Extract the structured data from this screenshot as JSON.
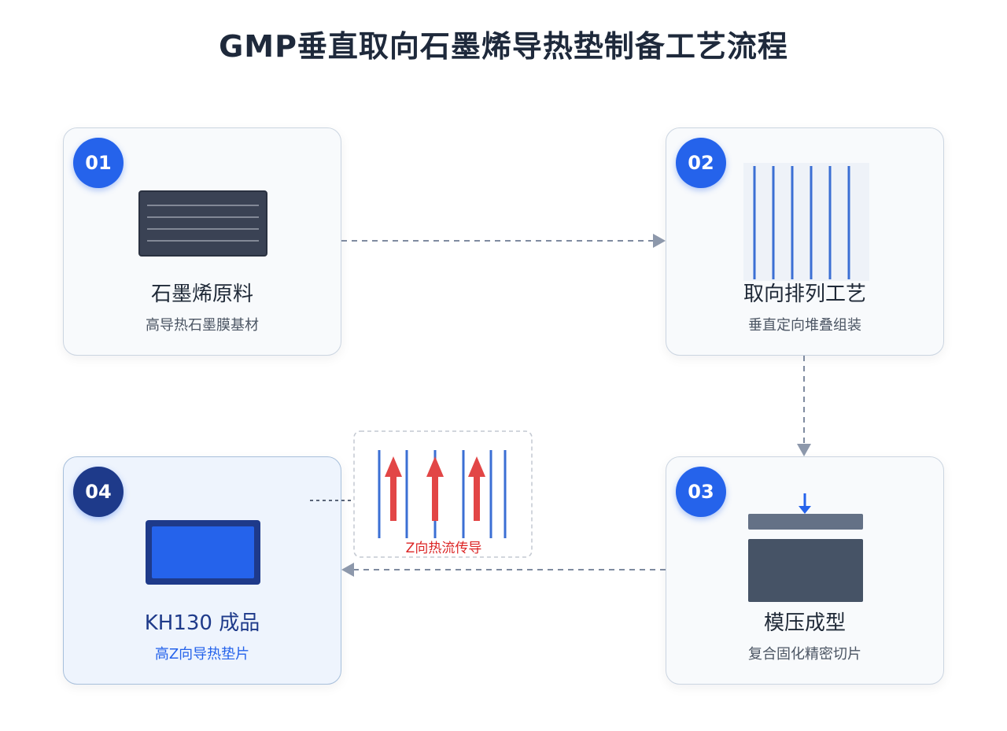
{
  "title": "GMP垂直取向石墨烯导热垫制备工艺流程",
  "steps": [
    {
      "number": "01",
      "title": "石墨烯原料",
      "subtitle": "高导热石墨膜基材"
    },
    {
      "number": "02",
      "title": "取向排列工艺",
      "subtitle": "垂直定向堆叠组装"
    },
    {
      "number": "03",
      "title": "模压成型",
      "subtitle": "复合固化精密切片"
    },
    {
      "number": "04",
      "title": "KH130 成品",
      "subtitle": "高Z向导热垫片"
    }
  ],
  "inset": {
    "label": "Z向热流传导"
  },
  "colors": {
    "accent": "#2563eb",
    "accent_dark": "#1e3a8a",
    "heat": "#e24646",
    "connector": "#7f8ba0"
  }
}
